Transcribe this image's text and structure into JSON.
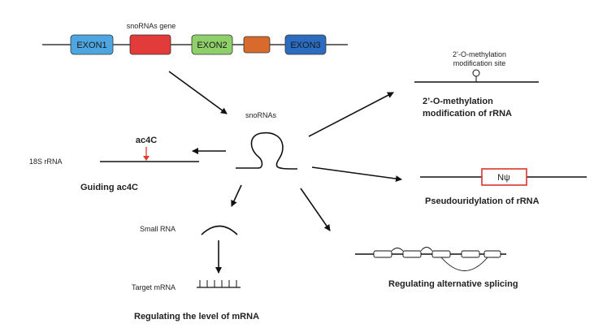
{
  "gene": {
    "label": "snoRNAs gene",
    "exons": [
      {
        "name": "EXON1",
        "color": "#4ea6e0"
      },
      {
        "name": "EXON2",
        "color": "#8fcf6a"
      },
      {
        "name": "EXON3",
        "color": "#2b6cc0"
      }
    ],
    "snorna_block_color": "#e33a3a",
    "intron_block_color": "#d86a2c"
  },
  "center": {
    "label": "snoRNAs"
  },
  "methylation": {
    "site_label_line1": "2’-O-methylation",
    "site_label_line2": "modification site",
    "caption_line1": "2’-O-methylation",
    "caption_line2": "modification  of rRNA"
  },
  "ac4c": {
    "marker_label": "ac4C",
    "rrna_label": "18S rRNA",
    "caption": "Guiding ac4C",
    "marker_color": "#e03a2a"
  },
  "pseudouridylation": {
    "box_label": "Nψ",
    "caption": "Pseudouridylation of rRNA",
    "box_color": "#d9342b"
  },
  "mrna": {
    "small_rna_label": "Small RNA",
    "target_label": "Target mRNA",
    "caption": "Regulating the level of mRNA"
  },
  "splicing": {
    "caption": "Regulating alternative splicing"
  }
}
